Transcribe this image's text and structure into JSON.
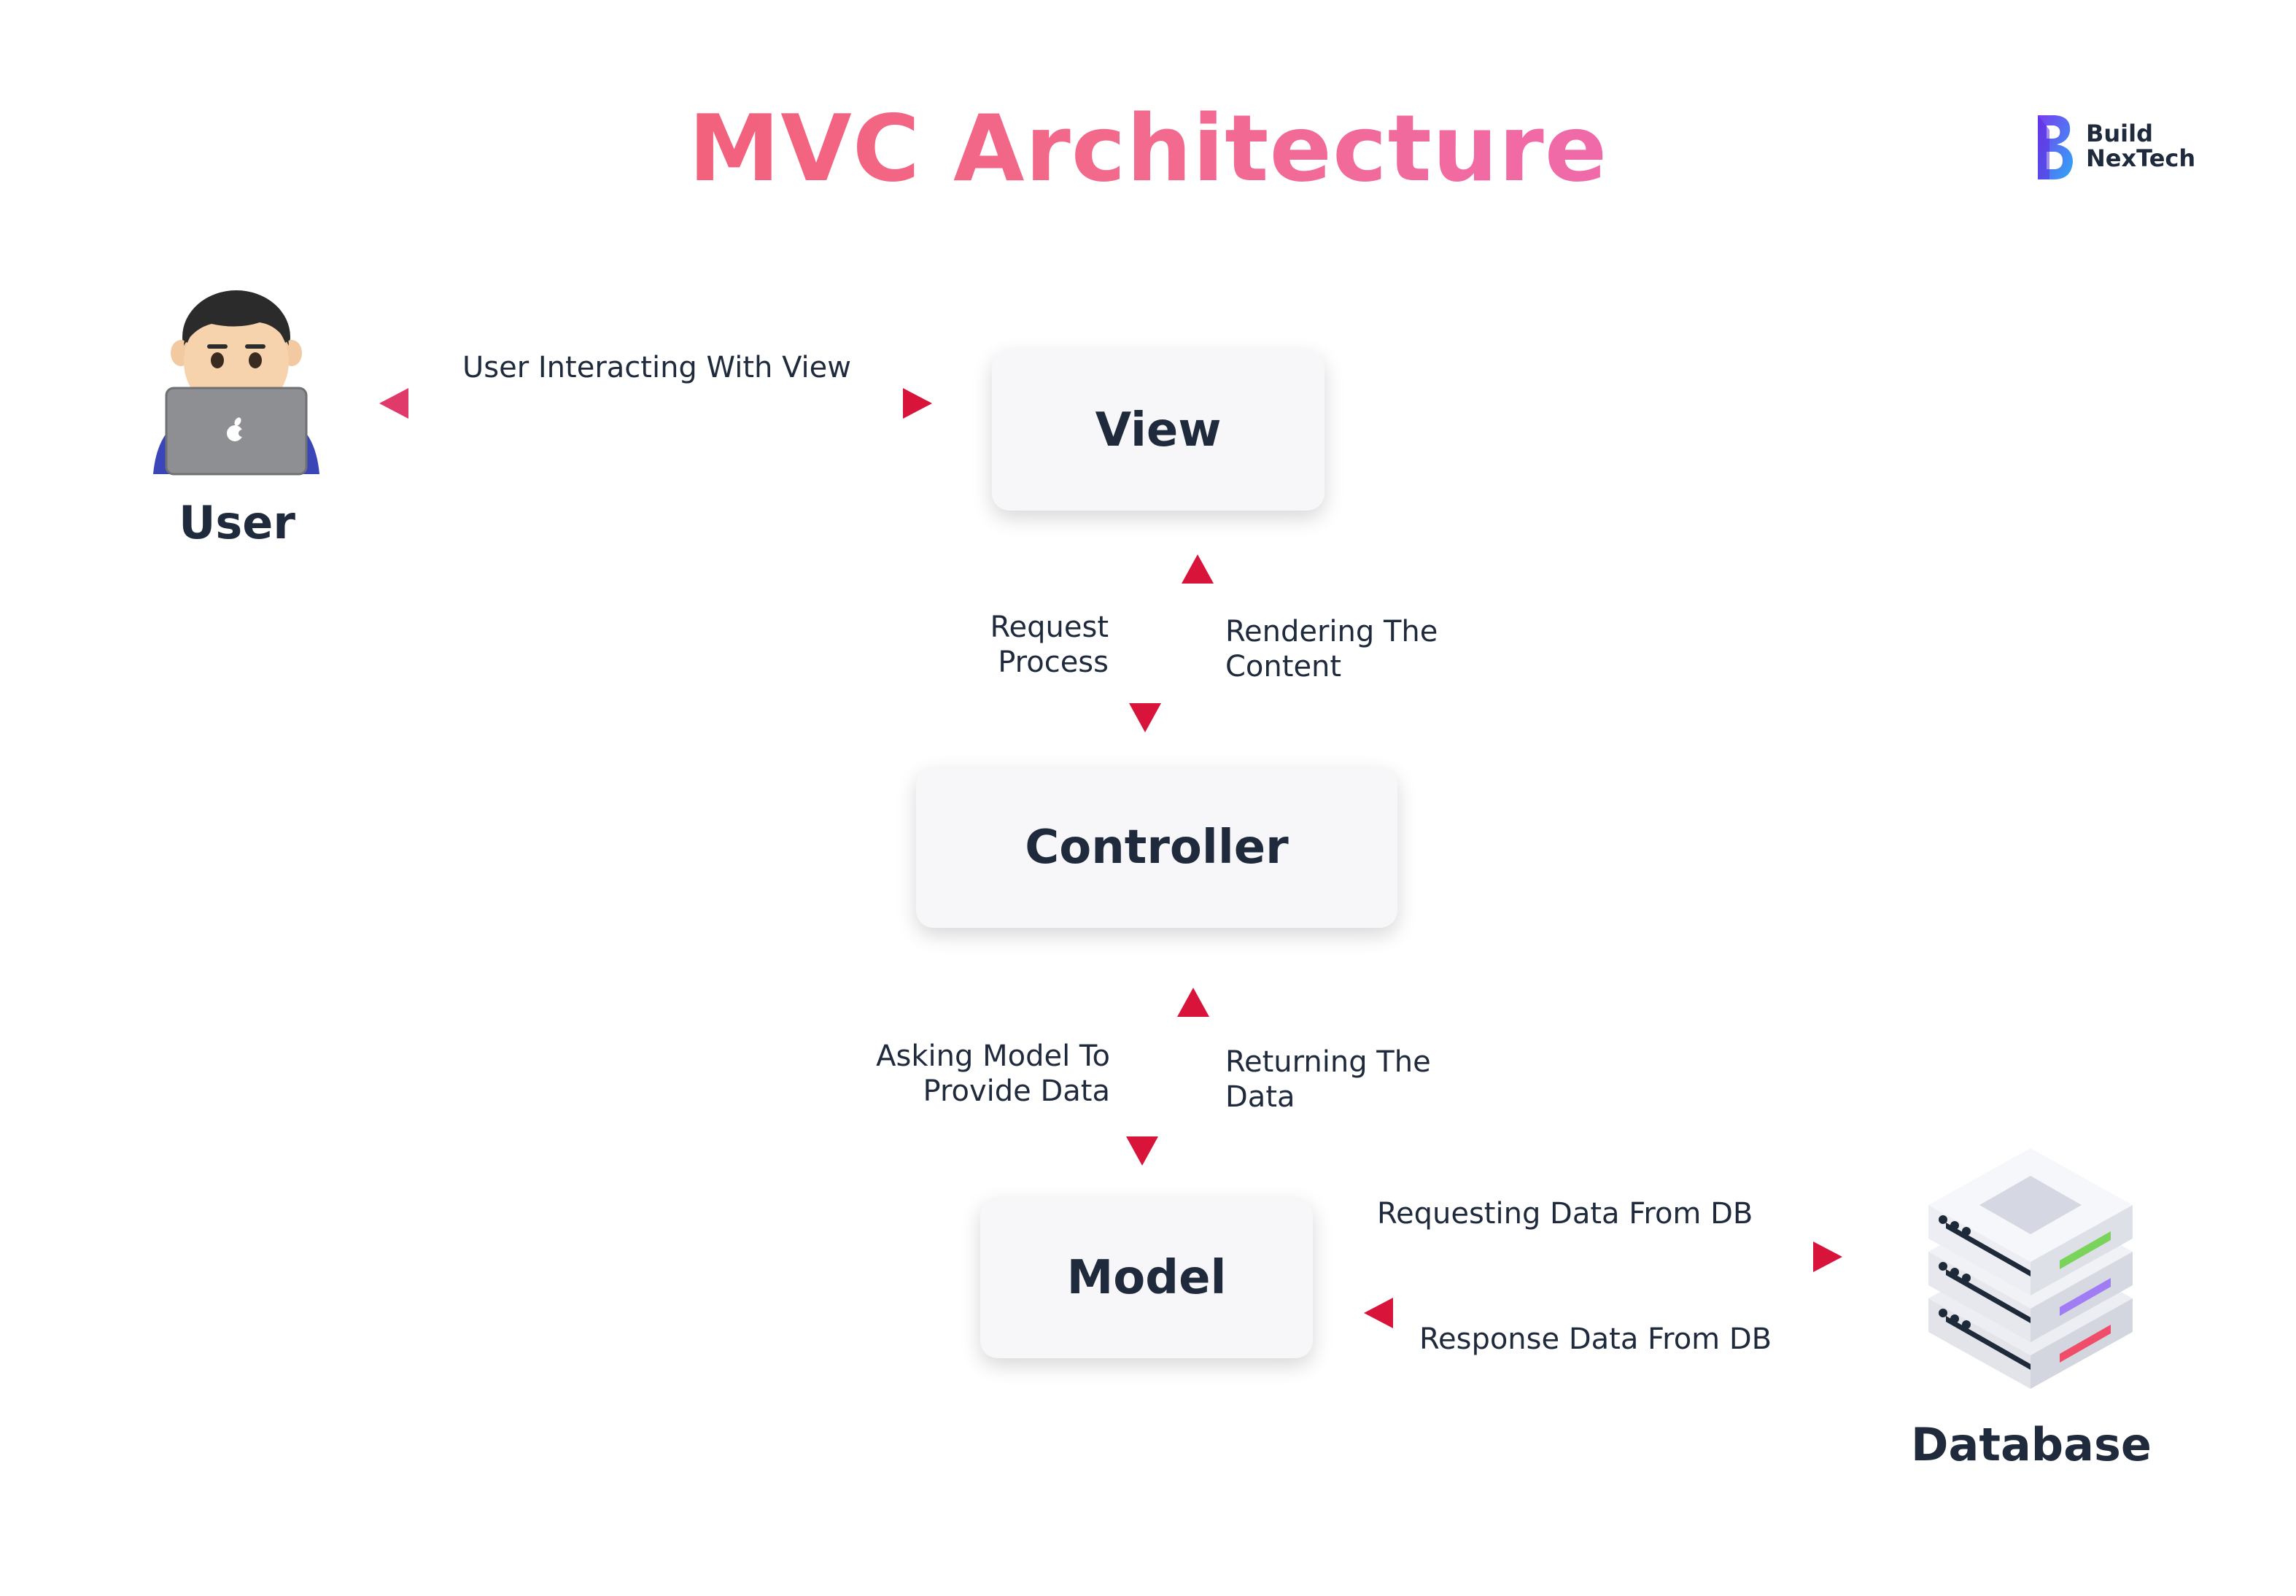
{
  "title": "MVC Architecture",
  "brand": {
    "line1": "Build",
    "line2": "NexTech"
  },
  "nodes": {
    "user": "User",
    "view": "View",
    "controller": "Controller",
    "model": "Model",
    "database": "Database"
  },
  "edges": {
    "user_view": "User Interacting With View",
    "request_l1": "Request",
    "request_l2": "Process",
    "render_l1": "Rendering The",
    "render_l2": "Content",
    "asking_l1": "Asking Model To",
    "asking_l2": "Provide Data",
    "returning_l1": "Returning The",
    "returning_l2": "Data",
    "requesting_db": "Requesting Data From DB",
    "response_db": "Response Data From DB"
  },
  "colors": {
    "accent_red": "#d8143a",
    "accent_pink": "#ef6a8a",
    "text_dark": "#1f2a3d",
    "box_bg": "#f7f6f8"
  },
  "icons": {
    "user": "person-laptop-icon",
    "database": "server-stack-icon",
    "brand": "buildnextech-logo"
  }
}
